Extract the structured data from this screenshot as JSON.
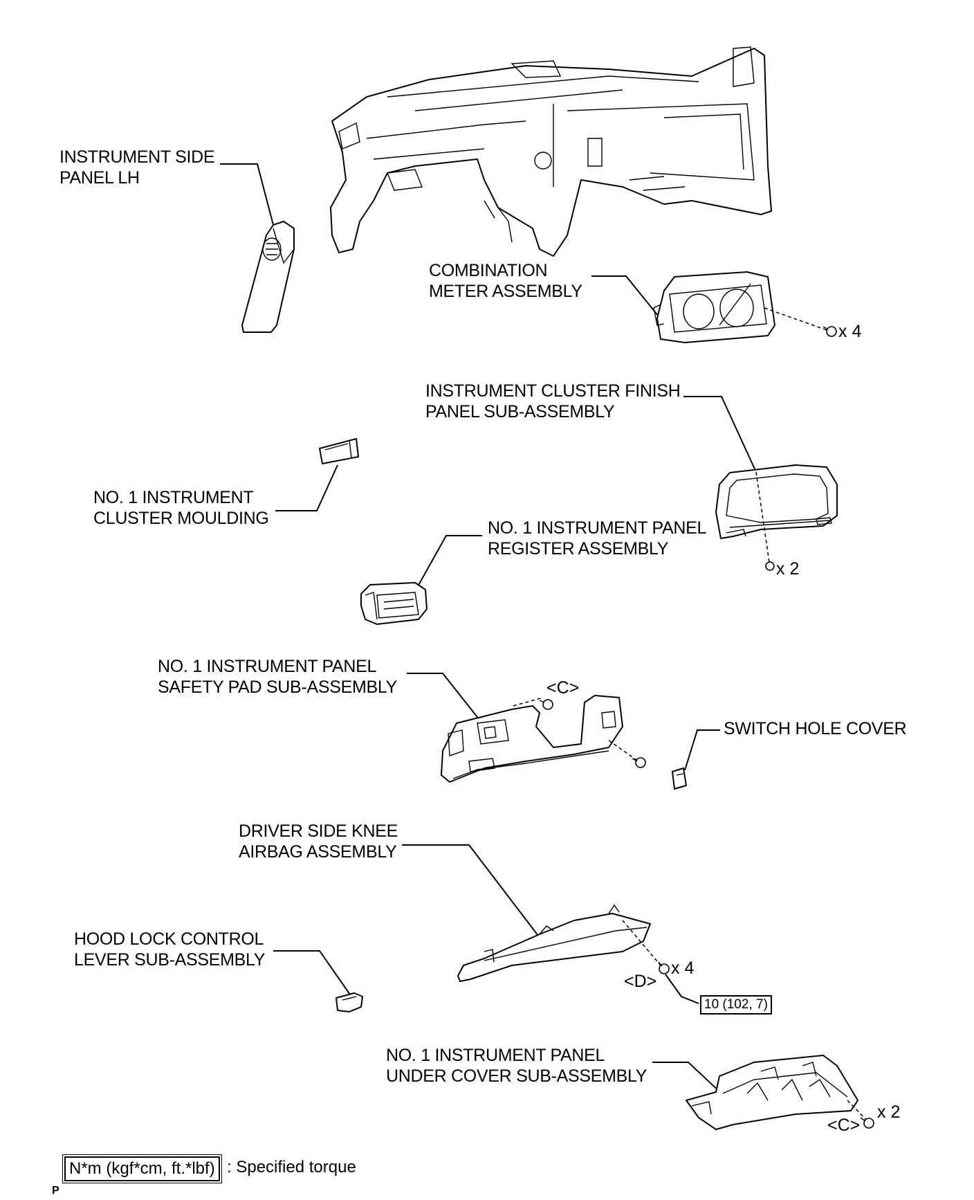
{
  "labels": {
    "instrument_side_panel": [
      "INSTRUMENT SIDE",
      "PANEL LH"
    ],
    "combination_meter": [
      "COMBINATION",
      "METER ASSEMBLY"
    ],
    "cluster_finish_panel": [
      "INSTRUMENT CLUSTER FINISH",
      "PANEL SUB-ASSEMBLY"
    ],
    "cluster_moulding": [
      "NO. 1 INSTRUMENT",
      "CLUSTER MOULDING"
    ],
    "register_assembly": [
      "NO. 1 INSTRUMENT PANEL",
      "REGISTER ASSEMBLY"
    ],
    "safety_pad": [
      "NO. 1 INSTRUMENT PANEL",
      "SAFETY PAD SUB-ASSEMBLY"
    ],
    "switch_hole_cover": [
      "SWITCH HOLE COVER"
    ],
    "knee_airbag": [
      "DRIVER SIDE KNEE",
      "AIRBAG ASSEMBLY"
    ],
    "hood_lock_lever": [
      "HOOD LOCK CONTROL",
      "LEVER SUB-ASSEMBLY"
    ],
    "under_cover": [
      "NO. 1 INSTRUMENT PANEL",
      "UNDER COVER SUB-ASSEMBLY"
    ]
  },
  "quantities": {
    "meter_screws": "x 4",
    "finish_panel_screws": "x 2",
    "knee_airbag_bolts": "x 4",
    "under_cover_screws": "x 2"
  },
  "refs": {
    "safety_pad_clip": "<C>",
    "knee_airbag_bolt": "<D>",
    "under_cover_clip": "<C>"
  },
  "torque": {
    "knee_airbag": "10 (102, 7)"
  },
  "legend": {
    "box_text": "N*m (kgf*cm, ft.*lbf)",
    "description": ": Specified torque"
  },
  "page_code": "P"
}
